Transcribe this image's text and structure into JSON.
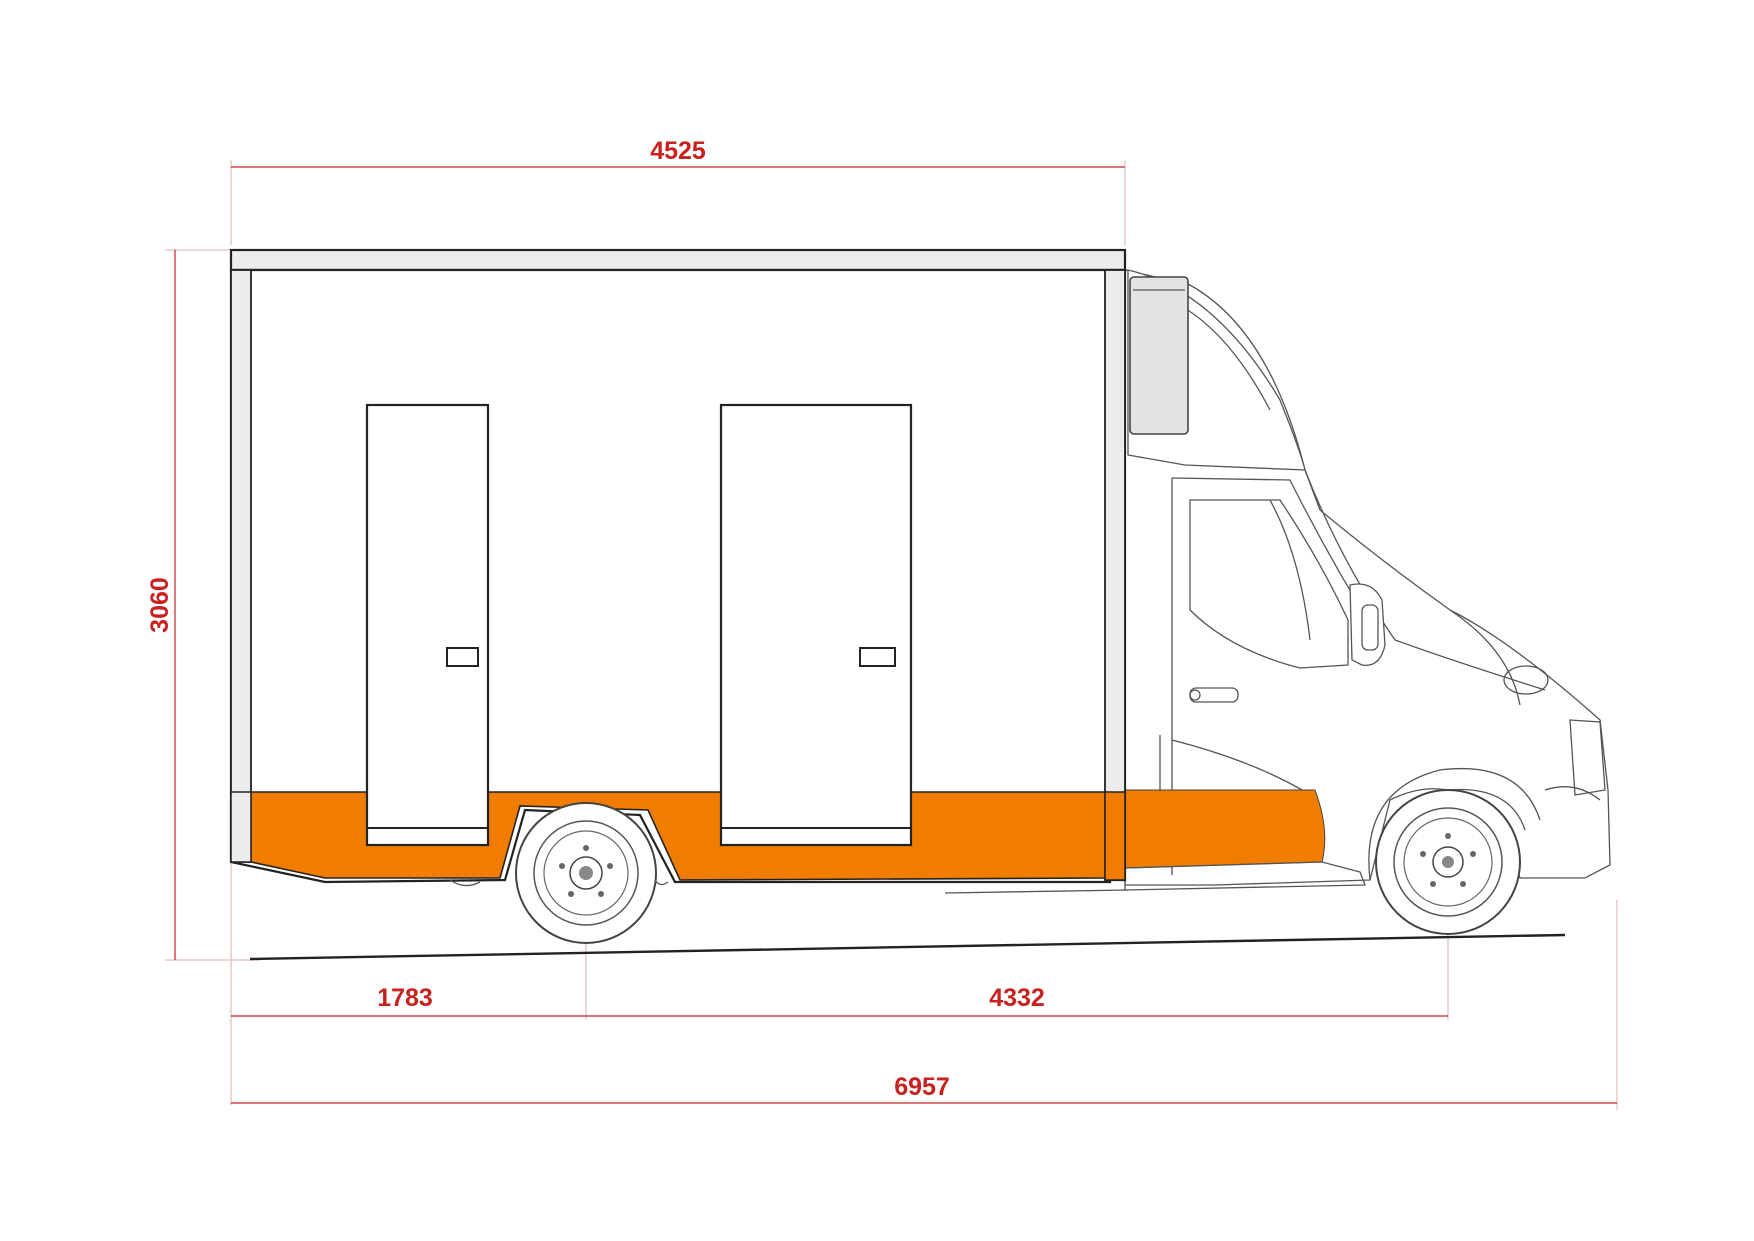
{
  "dimensions": {
    "body_length": "4525",
    "overall_height": "3060",
    "rear_overhang": "1783",
    "wheelbase": "4332",
    "overall_length": "6957"
  },
  "colors": {
    "dimension": "#c8211f",
    "accent_stripe": "#f07d00",
    "outline": "#222222",
    "roof_trim": "#ececec"
  }
}
